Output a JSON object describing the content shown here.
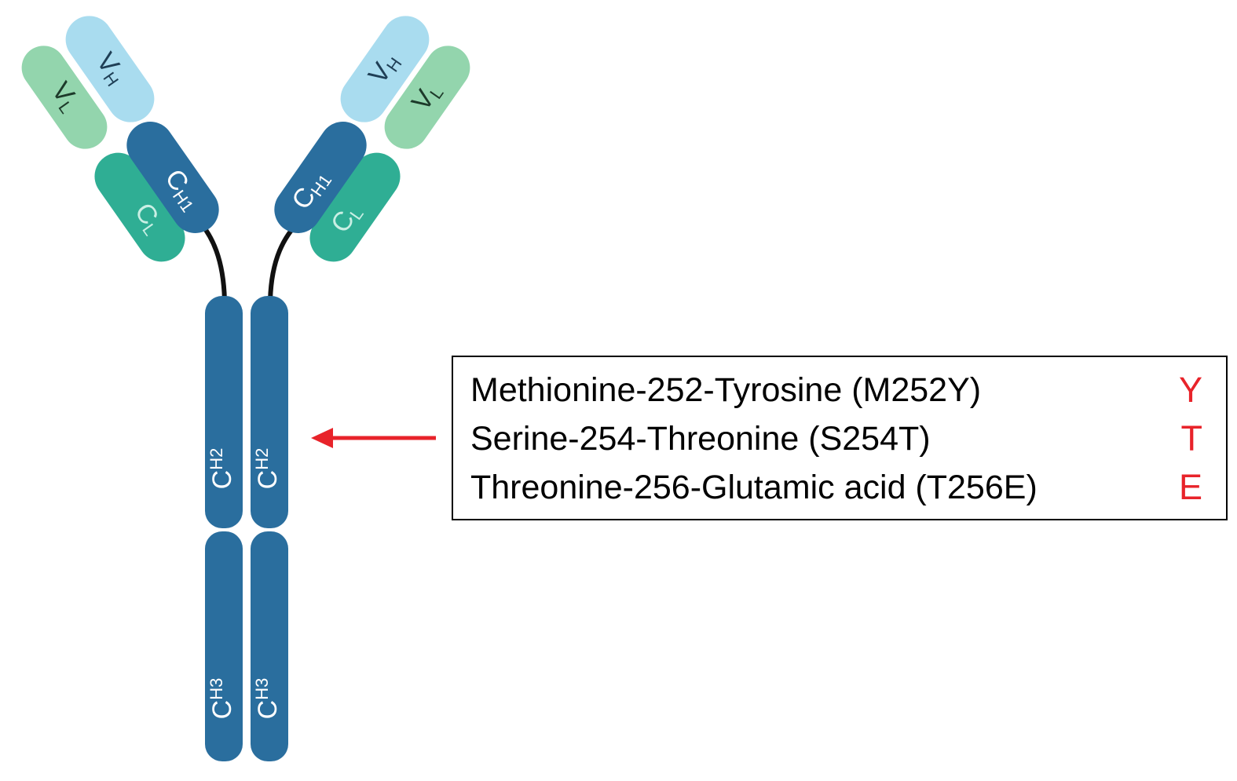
{
  "domains": {
    "vh": {
      "main": "V",
      "sub": "H"
    },
    "vl": {
      "main": "V",
      "sub": "L"
    },
    "ch1": {
      "main": "C",
      "sub": "H1"
    },
    "cl": {
      "main": "C",
      "sub": "L"
    },
    "ch2": {
      "main": "C",
      "sub": "H2"
    },
    "ch3": {
      "main": "C",
      "sub": "H3"
    }
  },
  "colors": {
    "heavy_constant": "#2a6e9e",
    "vh_fill": "#a9dcef",
    "vl_fill": "#93d5ad",
    "cl_fill": "#2fae94",
    "hinge": "#111111",
    "arrow": "#e8232a",
    "letter": "#e8232a"
  },
  "mutations": [
    {
      "label": "Methionine-252-Tyrosine (M252Y)",
      "letter": "Y"
    },
    {
      "label": "Serine-254-Threonine (S254T)",
      "letter": "T"
    },
    {
      "label": "Threonine-256-Glutamic acid (T256E)",
      "letter": "E"
    }
  ]
}
